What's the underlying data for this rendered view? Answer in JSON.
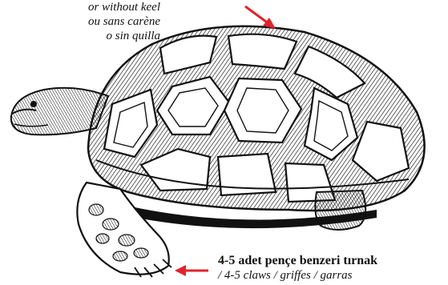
{
  "keel_label": {
    "line1": "or without keel",
    "line2": "ou sans carène",
    "line3": "o sin quilla"
  },
  "claw_label": {
    "main": "4-5 adet pençe benzeri tırnak",
    "sub": "/ 4-5 claws / griffes / garras"
  },
  "colors": {
    "arrow": "#e0232b",
    "ink": "#111111"
  }
}
